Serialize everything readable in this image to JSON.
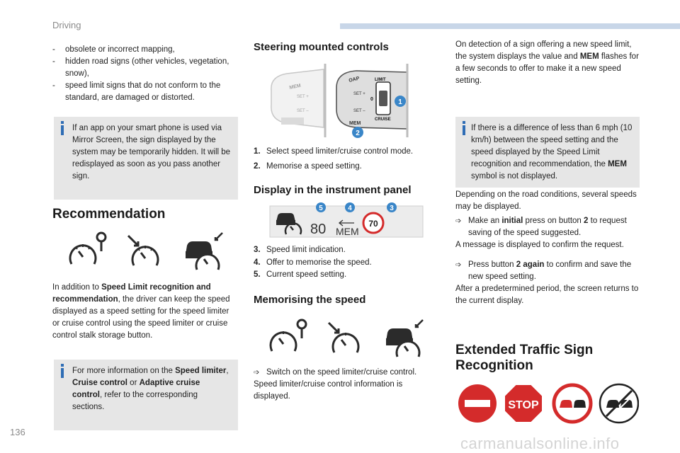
{
  "header": {
    "title": "Driving",
    "page_number": "136"
  },
  "col1": {
    "bullets": [
      "obsolete or incorrect mapping,",
      "hidden road signs (other vehicles, vegetation, snow),",
      "speed limit signs that do not conform to the standard, are damaged or distorted."
    ],
    "info1": "If an app on your smart phone is used via Mirror Screen, the sign displayed by the system may be temporarily hidden. It will be redisplayed as soon as you pass another sign.",
    "recommendation_heading": "Recommendation",
    "para_prefix": "In addition to",
    "para_bold": "Speed Limit recognition and recommendation",
    "para_rest": ", the driver can keep the speed displayed as a speed setting for the speed limiter or cruise control using the speed limiter or cruise control stalk storage button.",
    "info2_prefix": "For more information on the",
    "info2_b1": "Speed limiter",
    "info2_sep1": ",",
    "info2_b2": "Cruise control",
    "info2_sep2": "or",
    "info2_b3": "Adaptive cruise control",
    "info2_rest": ", refer to the corresponding sections."
  },
  "col2": {
    "steering_heading": "Steering mounted controls",
    "steering_items": [
      {
        "num": "1.",
        "text": "Select speed limiter/cruise control mode."
      },
      {
        "num": "2.",
        "text": "Memorise a speed setting."
      }
    ],
    "display_heading": "Display in the instrument panel",
    "panel": {
      "speed_value": "80",
      "mem_label": "MEM",
      "sign_value": "70",
      "callouts": [
        "5",
        "4",
        "3"
      ]
    },
    "display_items": [
      {
        "num": "3.",
        "text": "Speed limit indication."
      },
      {
        "num": "4.",
        "text": "Offer to memorise the speed."
      },
      {
        "num": "5.",
        "text": "Current speed setting."
      }
    ],
    "memorising_heading": "Memorising the speed",
    "switch_on": "Switch on the speed limiter/cruise control.",
    "info_displayed": "Speed limiter/cruise control information is displayed.",
    "stalk": {
      "mem": "MEM",
      "set_plus": "SET +",
      "set_minus": "SET –",
      "limit": "LIMIT",
      "zero": "0",
      "cruise": "CRUISE",
      "oap": "OAP",
      "callouts": [
        "1",
        "2"
      ]
    }
  },
  "col3": {
    "detect_prefix": "On detection of a sign offering a new speed limit, the system displays the value and",
    "detect_bold": "MEM",
    "detect_rest": "flashes for a few seconds to offer to make it a new speed setting.",
    "info3_prefix": "If there is a difference of less than 6 mph (10 km/h) between the speed setting and the speed displayed by the Speed Limit recognition and recommendation, the",
    "info3_bold": "MEM",
    "info3_rest": "symbol is not displayed.",
    "depending": "Depending on the road conditions, several speeds may be displayed.",
    "step1_prefix": "Make an",
    "step1_bold1": "initial",
    "step1_mid": "press on button",
    "step1_bold2": "2",
    "step1_rest": "to request saving of the speed suggested.",
    "step1_after": "A message is displayed to confirm the request.",
    "step2_prefix": "Press button",
    "step2_bold": "2 again",
    "step2_rest": "to confirm and save the new speed setting.",
    "step2_after": "After a predetermined period, the screen returns to the current display.",
    "extended_heading_1": "Extended Traffic Sign",
    "extended_heading_2": "Recognition",
    "stop_label": "STOP"
  },
  "watermark": "carmanualsonline.info",
  "colors": {
    "accent": "#2f6db5",
    "callout": "#3a86c8",
    "sign_red": "#d42b2b",
    "box": "#e6e6e6"
  }
}
